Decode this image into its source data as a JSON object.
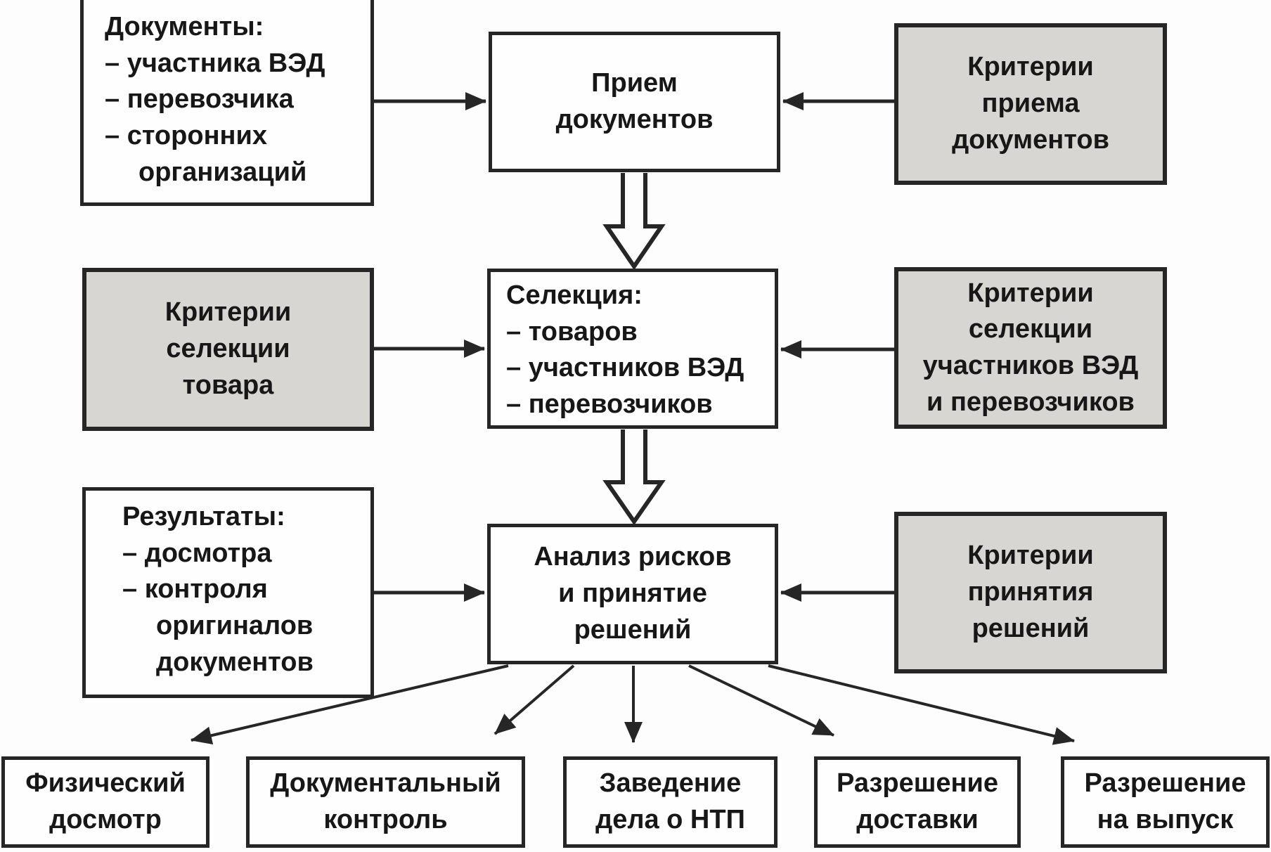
{
  "theme": {
    "bg": "#fdfdfd",
    "white_fill": "#fefefe",
    "gray_fill": "#d7d6d3",
    "line": "#262626",
    "text": "#171717"
  },
  "boxes": {
    "doc_sources": {
      "title": "Документы:",
      "items": [
        "– участника ВЭД",
        "– перевозчика",
        "– сторонних организаций"
      ]
    },
    "priem": {
      "text": "Прием\nдокументов"
    },
    "kriterii_priema": {
      "text": "Критерии\nприема\nдокументов"
    },
    "kriterii_selektsii_tovara": {
      "text": "Критерии\nселекции\nтовара"
    },
    "selektsiya": {
      "title": "Селекция:",
      "items": [
        "– товаров",
        "– участников ВЭД",
        "– перевозчиков"
      ]
    },
    "kriterii_selektsii_uchastnikov": {
      "text": "Критерии\nселекции\nучастников ВЭД\nи перевозчиков"
    },
    "rezultaty": {
      "title": "Результаты:",
      "items": [
        "– досмотра",
        "– контроля оригиналов документов"
      ]
    },
    "analiz": {
      "text": "Анализ рисков\nи принятие\nрешений"
    },
    "kriterii_prinyatiya": {
      "text": "Критерии\nпринятия\nрешений"
    },
    "fizicheskiy_dosmotr": {
      "text": "Физический\nдосмотр"
    },
    "dokumentalnyy_kontrol": {
      "text": "Документальный\nконтроль"
    },
    "zavedenie_dela": {
      "text": "Заведение\nдела о НТП"
    },
    "razreshenie_dostavki": {
      "text": "Разрешение\nдоставки"
    },
    "razreshenie_na_vypusk": {
      "text": "Разрешение\nна выпуск"
    }
  }
}
